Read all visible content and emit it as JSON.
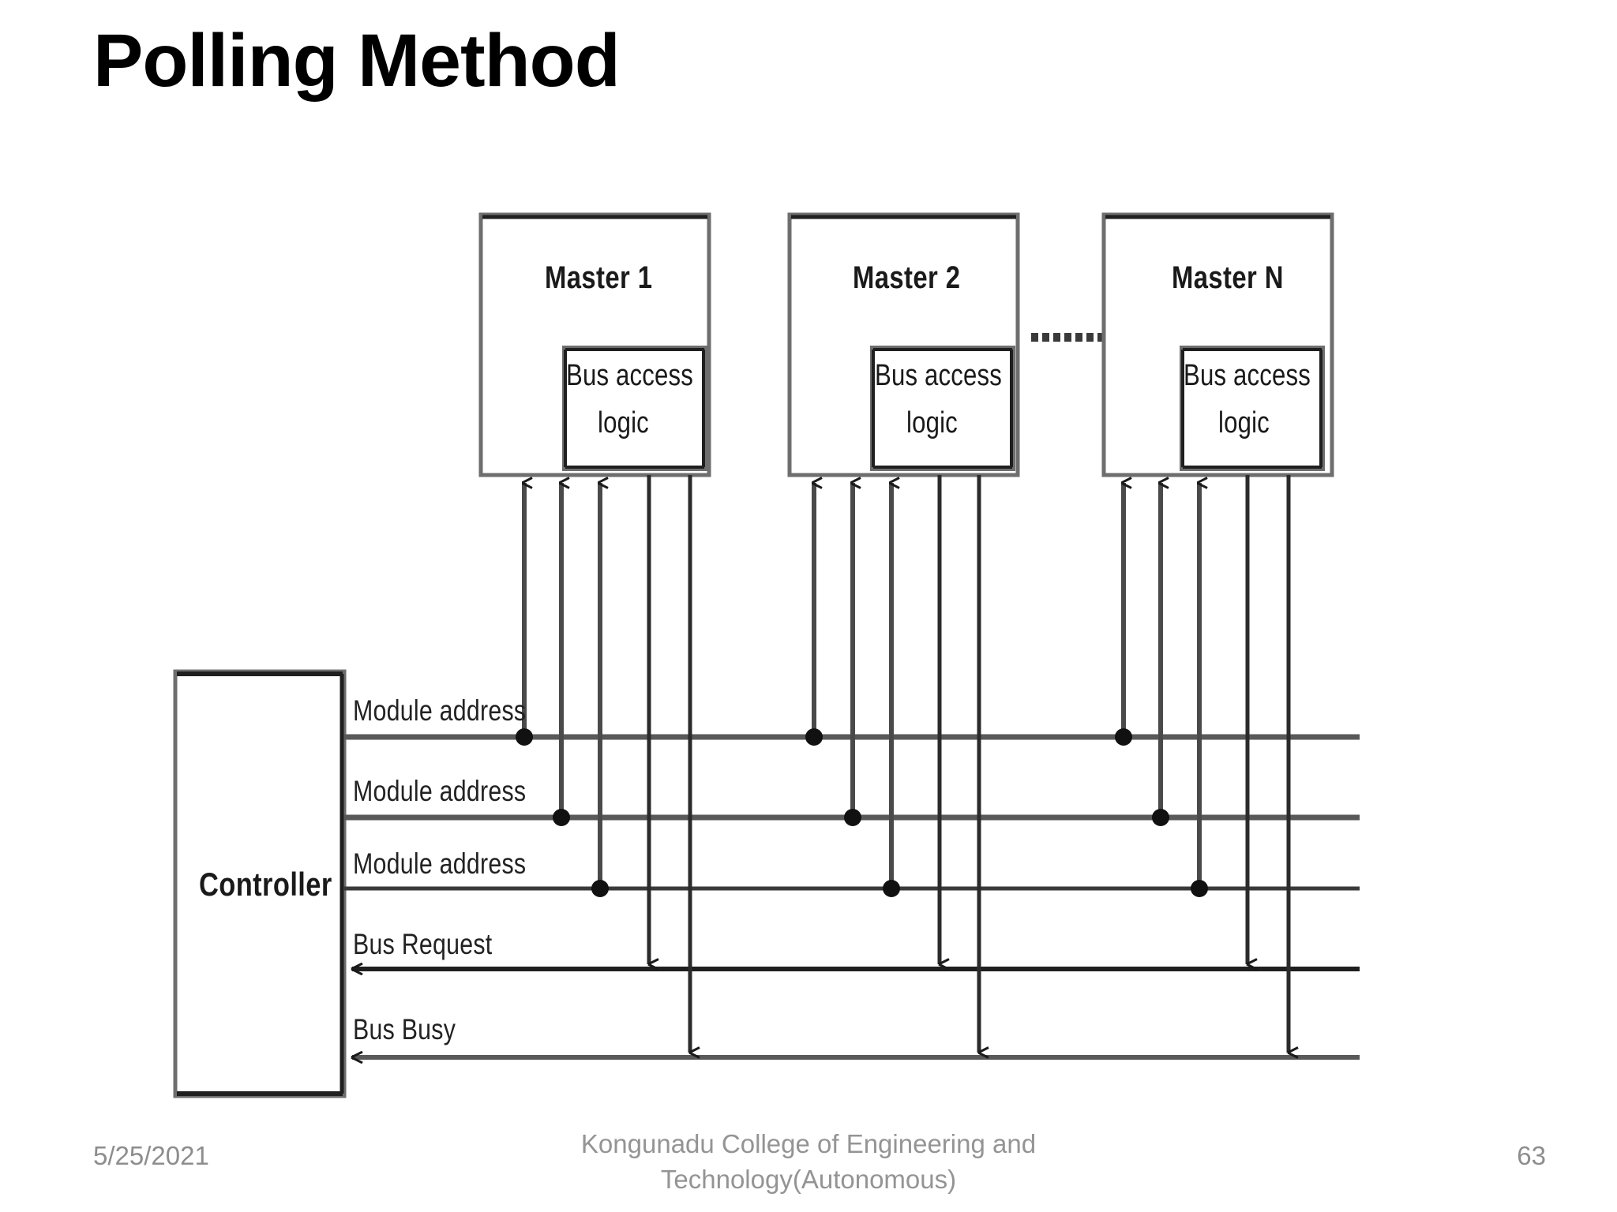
{
  "slide": {
    "title": "Polling Method"
  },
  "diagram": {
    "type": "block-diagram",
    "name": "bus-arbitration-polling-diagram",
    "masters": [
      {
        "id": "master-1",
        "title": "Master 1",
        "inner_box": {
          "line1": "Bus  access",
          "line2": "logic"
        }
      },
      {
        "id": "master-2",
        "title": "Master 2",
        "inner_box": {
          "line1": "Bus  access",
          "line2": "logic"
        }
      },
      {
        "id": "master-n",
        "title": "Master N",
        "inner_box": {
          "line1": "Bus access",
          "line2": "logic"
        }
      }
    ],
    "ellipsis": "..........",
    "controller": {
      "label": "Controller"
    },
    "bus_lines": [
      {
        "id": "bus-module-address-1",
        "label": "Module address",
        "direction": "controller-to-master"
      },
      {
        "id": "bus-module-address-2",
        "label": "Module address",
        "direction": "controller-to-master"
      },
      {
        "id": "bus-module-address-3",
        "label": "Module address",
        "direction": "controller-to-master"
      },
      {
        "id": "bus-request",
        "label": "Bus Request",
        "direction": "master-to-controller"
      },
      {
        "id": "bus-busy",
        "label": "Bus Busy",
        "direction": "master-to-controller"
      }
    ],
    "colors": {
      "line": "#595959",
      "line_dark": "#1a1a1a",
      "box_border": "#666666",
      "box_border_dark": "#262626",
      "text": "#1a1a1a",
      "background": "#ffffff"
    }
  },
  "footer": {
    "date": "5/25/2021",
    "organization_line1": "Kongunadu College of Engineering and",
    "organization_line2": "Technology(Autonomous)",
    "page_number": "63"
  }
}
